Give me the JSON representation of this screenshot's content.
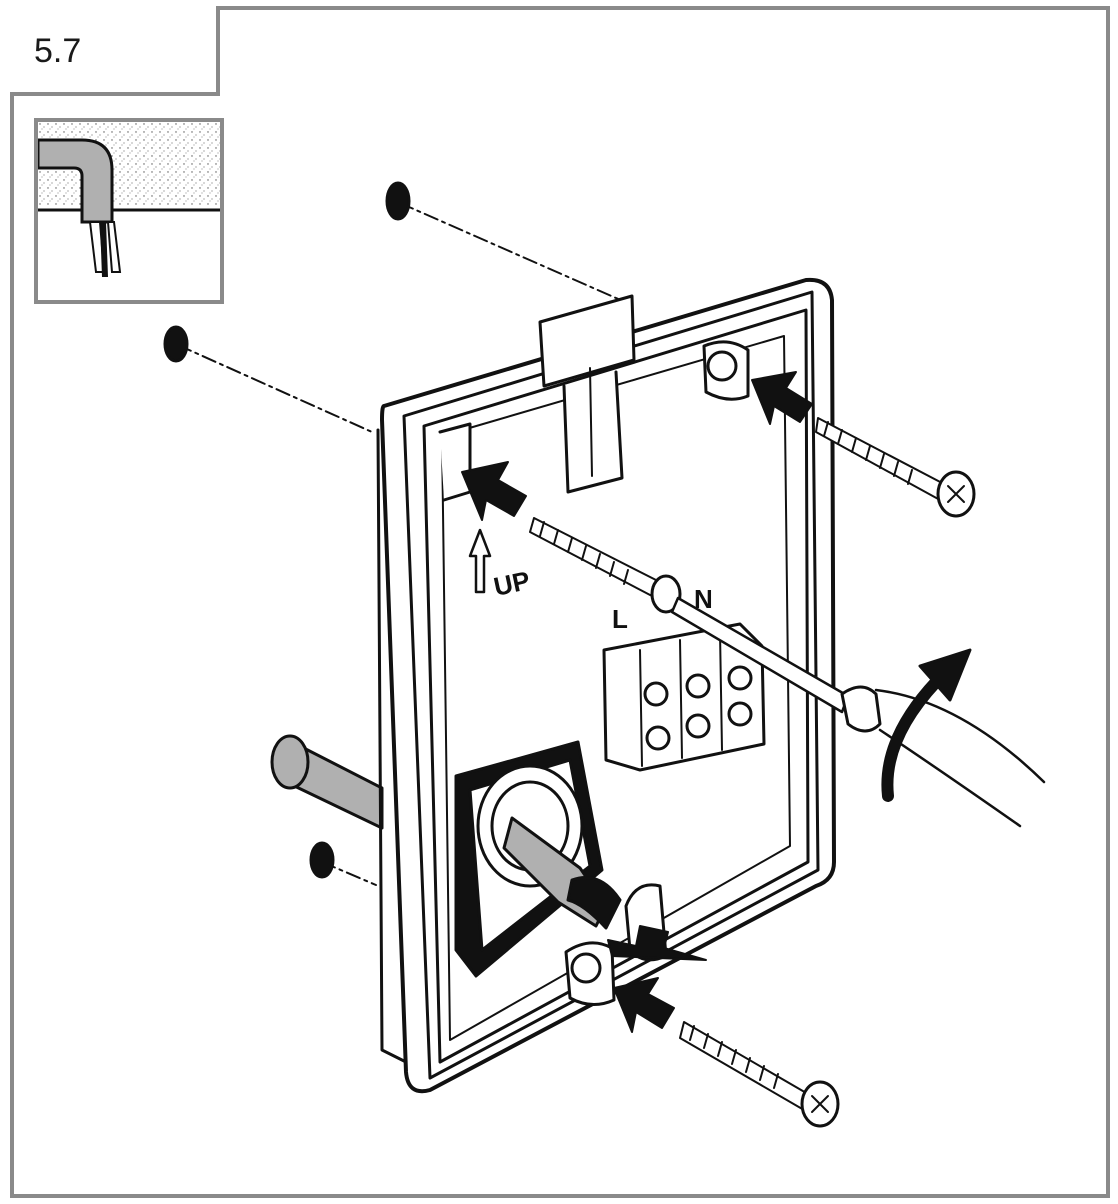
{
  "step": {
    "number": "5.7"
  },
  "markings": {
    "up_label": "UP",
    "live_label": "L",
    "neutral_label": "N"
  },
  "colors": {
    "frame_border": "#8a8a8a",
    "line": "#111111",
    "cable_fill": "#b0b0b0",
    "background": "#ffffff"
  },
  "icons": [
    "screw-icon",
    "wall-plug-icon",
    "screwdriver-icon",
    "push-arrow-icon",
    "rotate-arrow-icon",
    "up-arrow-icon"
  ]
}
